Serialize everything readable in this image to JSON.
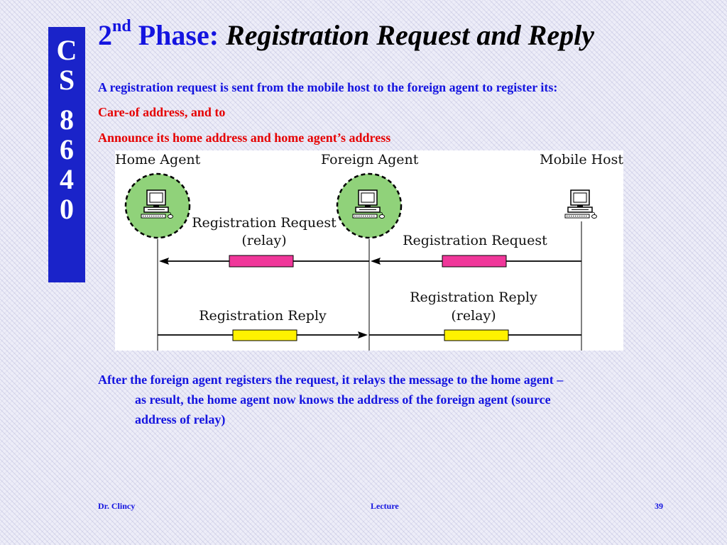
{
  "slide": {
    "course_code_chars": [
      "C",
      "S",
      "8",
      "6",
      "4",
      "0"
    ],
    "title": {
      "prefix_number": "2",
      "superscript": "nd",
      "phase_word": "Phase:",
      "italic_part": "Registration Request and Reply"
    },
    "intro_line": "A registration request is sent from the mobile host to the foreign agent to register its:",
    "bullets": [
      "Care-of address, and to",
      "Announce its home address and home agent’s address"
    ],
    "diagram": {
      "entities": [
        "Home Agent",
        "Foreign Agent",
        "Mobile Host"
      ],
      "messages": {
        "request_relay_line1": "Registration Request",
        "request_relay_line2": "(relay)",
        "request": "Registration Request",
        "reply_relay_line1": "Registration Reply",
        "reply_relay_line2": "(relay)",
        "reply": "Registration Reply"
      },
      "colors": {
        "request_bar": "#f0379a",
        "reply_bar": "#fff200",
        "agent_circle": "#90d27a"
      }
    },
    "paragraph": {
      "first_line": "After the foreign agent registers the request, it relays the message to the home agent –",
      "indented_line1": "as result, the home agent now knows the address of the foreign agent (source",
      "indented_line2": "address of relay)"
    },
    "footer": {
      "author": "Dr. Clincy",
      "center": "Lecture",
      "page_number": "39"
    }
  },
  "colors": {
    "side_tab": "#1a23c9",
    "title_blue": "#1414e0",
    "highlight_red": "#e60000"
  }
}
